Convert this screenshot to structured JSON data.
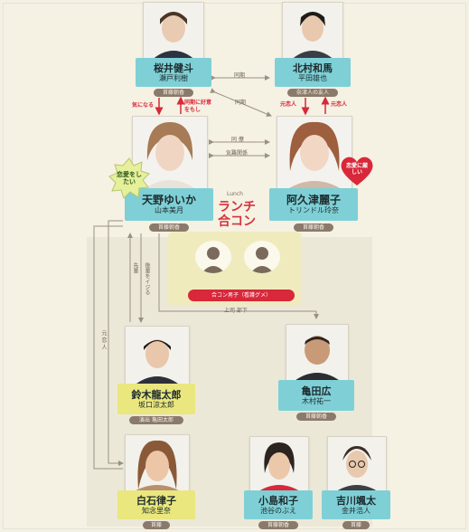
{
  "characters": {
    "sakurai": {
      "name": "桜井健斗",
      "actor": "瀬戸利樹",
      "role": "首藤朝香"
    },
    "kitamura": {
      "name": "北村和馬",
      "actor": "平田雄也",
      "role": "奈津人の友人"
    },
    "amano": {
      "name": "天野ゆいか",
      "actor": "山本美月",
      "role": "首藤朝香"
    },
    "akutsu": {
      "name": "阿久津麗子",
      "actor": "トリンドル玲奈",
      "role": "首藤朝香"
    },
    "suzuki": {
      "name": "鈴木龍太郎",
      "actor": "坂口涼太郎",
      "role": "演出 亀田太郎"
    },
    "kameda": {
      "name": "亀田広",
      "actor": "木村祐一",
      "role": "首藤朝香"
    },
    "shiraishi": {
      "name": "白石律子",
      "actor": "知念里奈",
      "role": "首藤"
    },
    "kojima": {
      "name": "小島和子",
      "actor": "池谷のぶえ",
      "role": "首藤朝香"
    },
    "yoshikawa": {
      "name": "吉川颯太",
      "actor": "金井浩人",
      "role": "首藤"
    }
  },
  "relations": {
    "top_link": "同期",
    "middle_link": "同期",
    "cross_link": "同期",
    "sakurai_down": "気になる",
    "sakurai_up": "同期に好意をもし",
    "kitamura_down": "元恋人",
    "kitamura_up": "元恋人",
    "amano_akutsu_top": "同 僚",
    "amano_akutsu_bottom": "気難関係",
    "amano_kameda": "上司 部下",
    "amano_suzuki": "後輩をイジる",
    "amano_side": "先輩",
    "shiraishi_link": "元 恋 人"
  },
  "badges": {
    "amano_burst": "恋愛をしたい",
    "akutsu_heart": "恋愛に厳しい"
  },
  "lunch": {
    "subtitle": "Lunch",
    "title_line1": "ランチ",
    "title_line2": "合コン",
    "pill": "合コン男子（看護グメ）"
  }
}
